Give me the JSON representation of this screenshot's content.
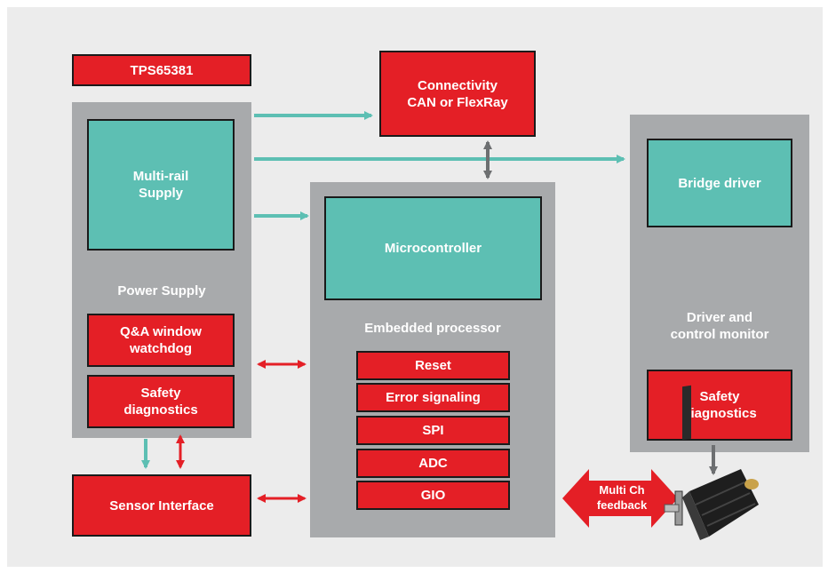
{
  "colors": {
    "background": "#ececec",
    "panel": "#a8aaac",
    "teal": "#5dbfb3",
    "red": "#e41f26",
    "teal_arrow": "#5dbfb3",
    "red_arrow": "#e41f26",
    "gray_arrow": "#6d6f71"
  },
  "title_box": "TPS65381",
  "power_block": {
    "inner": "Multi-rail\nSupply",
    "label": "Power Supply",
    "watchdog": "Q&A window\nwatchdog",
    "safety": "Safety\ndiagnostics"
  },
  "connectivity": "Connectivity\nCAN or FlexRay",
  "processor_block": {
    "inner": "Microcontroller",
    "label": "Embedded processor",
    "items": [
      "Reset",
      "Error signaling",
      "SPI",
      "ADC",
      "GIO"
    ]
  },
  "driver_block": {
    "inner": "Bridge driver",
    "label": "Driver and\ncontrol monitor",
    "safety": "Safety\ndiagnostics"
  },
  "sensor": "Sensor Interface",
  "feedback": "Multi Ch\nfeedback",
  "motor_icon": "motor-icon"
}
